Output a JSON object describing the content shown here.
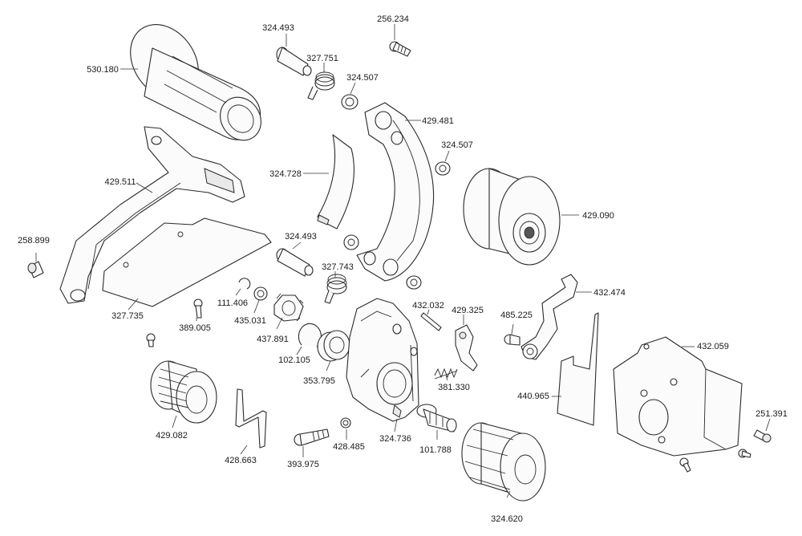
{
  "diagram": {
    "parts": [
      {
        "id": "530.180",
        "name": "handle-grip"
      },
      {
        "id": "324.493",
        "name": "pin-upper"
      },
      {
        "id": "256.234",
        "name": "screw-top"
      },
      {
        "id": "327.751",
        "name": "spring-upper"
      },
      {
        "id": "324.507",
        "name": "washer-upper"
      },
      {
        "id": "429.481",
        "name": "arc-guide"
      },
      {
        "id": "324.507",
        "name": "washer-right"
      },
      {
        "id": "324.728",
        "name": "curved-plate"
      },
      {
        "id": "429.511",
        "name": "lever-arm"
      },
      {
        "id": "429.090",
        "name": "pulley-wheel"
      },
      {
        "id": "258.899",
        "name": "screw-left"
      },
      {
        "id": "324.493",
        "name": "pin-lower"
      },
      {
        "id": "327.743",
        "name": "spring-lower"
      },
      {
        "id": "432.474",
        "name": "hook-lever"
      },
      {
        "id": "111.406",
        "name": "circlip-small"
      },
      {
        "id": "432.032",
        "name": "dowel-pin"
      },
      {
        "id": "429.325",
        "name": "latch-bracket"
      },
      {
        "id": "327.735",
        "name": "gasket-plate"
      },
      {
        "id": "435.031",
        "name": "ring-washer"
      },
      {
        "id": "485.225",
        "name": "set-screw"
      },
      {
        "id": "389.005",
        "name": "screw-small"
      },
      {
        "id": "437.891",
        "name": "gear-nut"
      },
      {
        "id": "432.059",
        "name": "side-plate"
      },
      {
        "id": "102.105",
        "name": "retaining-ring"
      },
      {
        "id": "353.795",
        "name": "ball-bearing"
      },
      {
        "id": "381.330",
        "name": "compression-spring"
      },
      {
        "id": "440.965",
        "name": "shim-plate"
      },
      {
        "id": "251.391",
        "name": "screw-right"
      },
      {
        "id": "429.082",
        "name": "roller-gear"
      },
      {
        "id": "324.736",
        "name": "bracket-strip"
      },
      {
        "id": "101.788",
        "name": "washer-small"
      },
      {
        "id": "428.663",
        "name": "gear-housing"
      },
      {
        "id": "428.485",
        "name": "shaft-fitting"
      },
      {
        "id": "393.975",
        "name": "cap-screw"
      },
      {
        "id": "324.620",
        "name": "drive-roller"
      }
    ]
  }
}
